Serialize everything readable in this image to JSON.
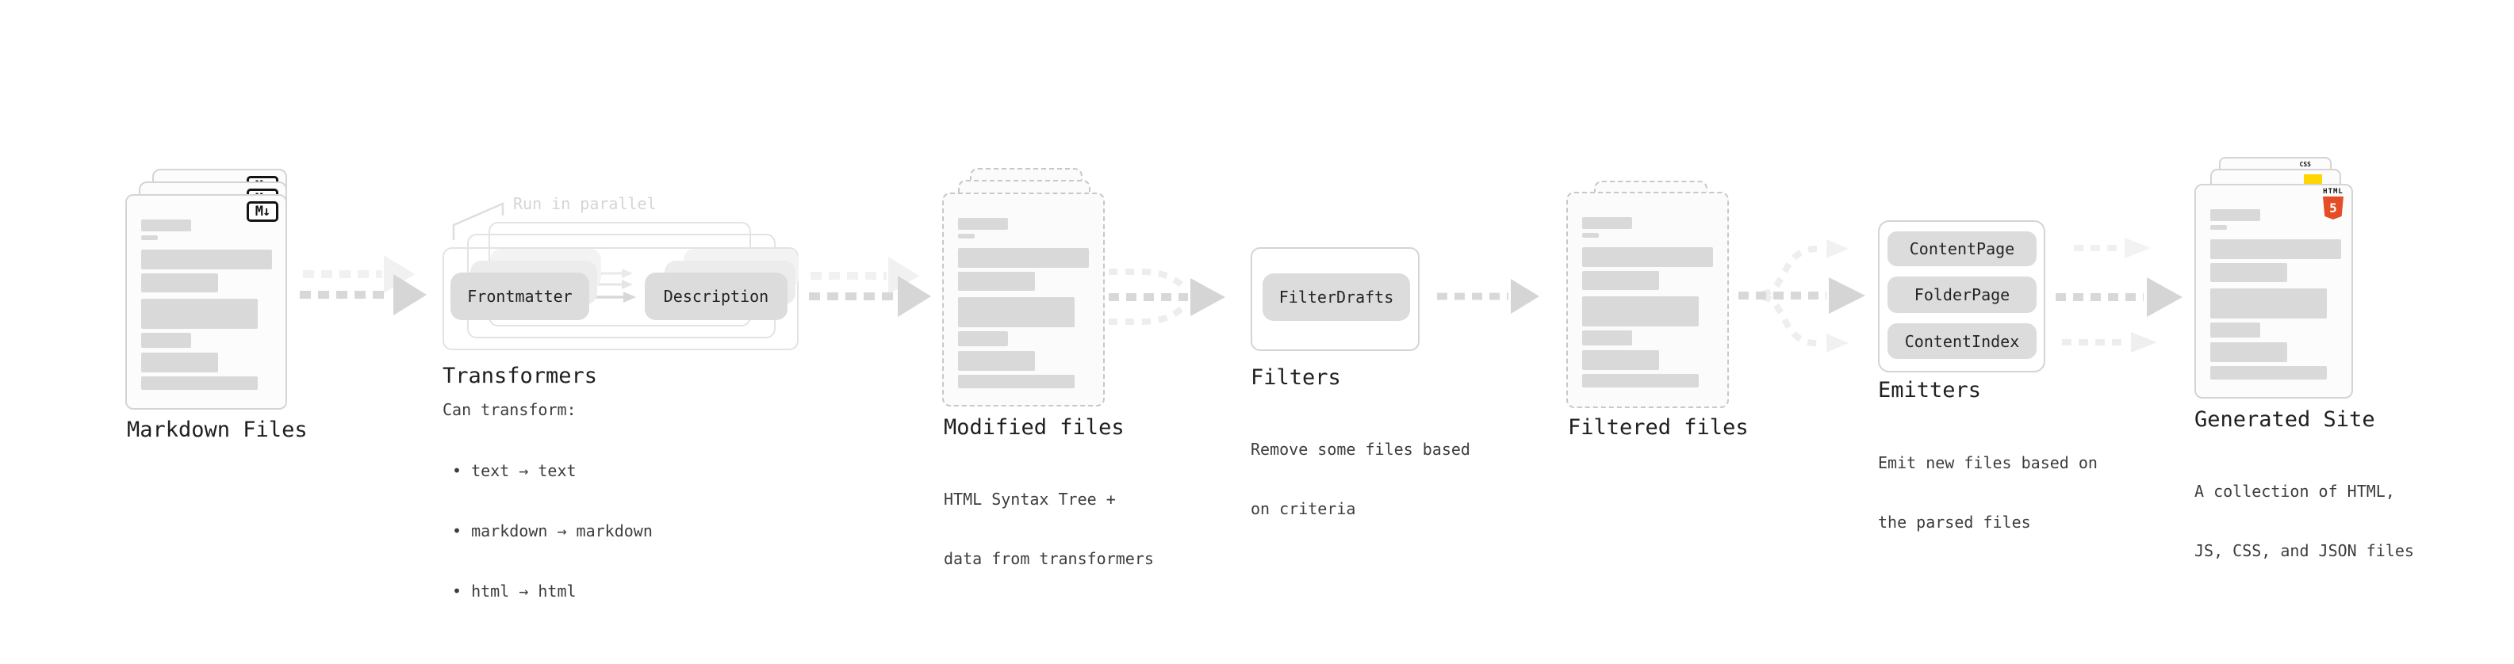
{
  "diagram_title": "Static site generation pipeline",
  "colors": {
    "html5_orange": "#e44d26",
    "js_yellow": "#ffd600",
    "css_blue": "#2f6be4",
    "card_border": "#d4d4d4",
    "placeholder_bar": "#d9d9d9",
    "pill_fill": "#dcdcdc",
    "arrow_gray": "#d7d7d7",
    "ghost_gray": "#f0f0f0",
    "text_primary": "#1f1f1f",
    "text_secondary": "#3d3d3d"
  },
  "stages": {
    "markdown": {
      "title": "Markdown Files",
      "badge": "M↓"
    },
    "transformers": {
      "note": "Run in parallel",
      "pill_left": "Frontmatter",
      "pill_right": "Description",
      "title": "Transformers",
      "heading": "Can transform:",
      "bullets": [
        "• text → text",
        "• markdown → markdown",
        "• html → html"
      ]
    },
    "modified": {
      "title": "Modified files",
      "subtitle": [
        "HTML Syntax Tree +",
        "data from transformers"
      ]
    },
    "filters": {
      "pill": "FilterDrafts",
      "title": "Filters",
      "subtitle": [
        "Remove some files based",
        "on criteria"
      ]
    },
    "filtered": {
      "title": "Filtered files"
    },
    "emitters": {
      "pills": [
        "ContentPage",
        "FolderPage",
        "ContentIndex"
      ],
      "title": "Emitters",
      "subtitle": [
        "Emit new files based on",
        "the parsed files"
      ]
    },
    "generated": {
      "title": "Generated Site",
      "subtitle": [
        "A collection of HTML,",
        "JS, CSS, and JSON files"
      ],
      "html_badge_word": "HTML",
      "html_badge_number": "5",
      "css_badge_label": "CSS"
    }
  }
}
